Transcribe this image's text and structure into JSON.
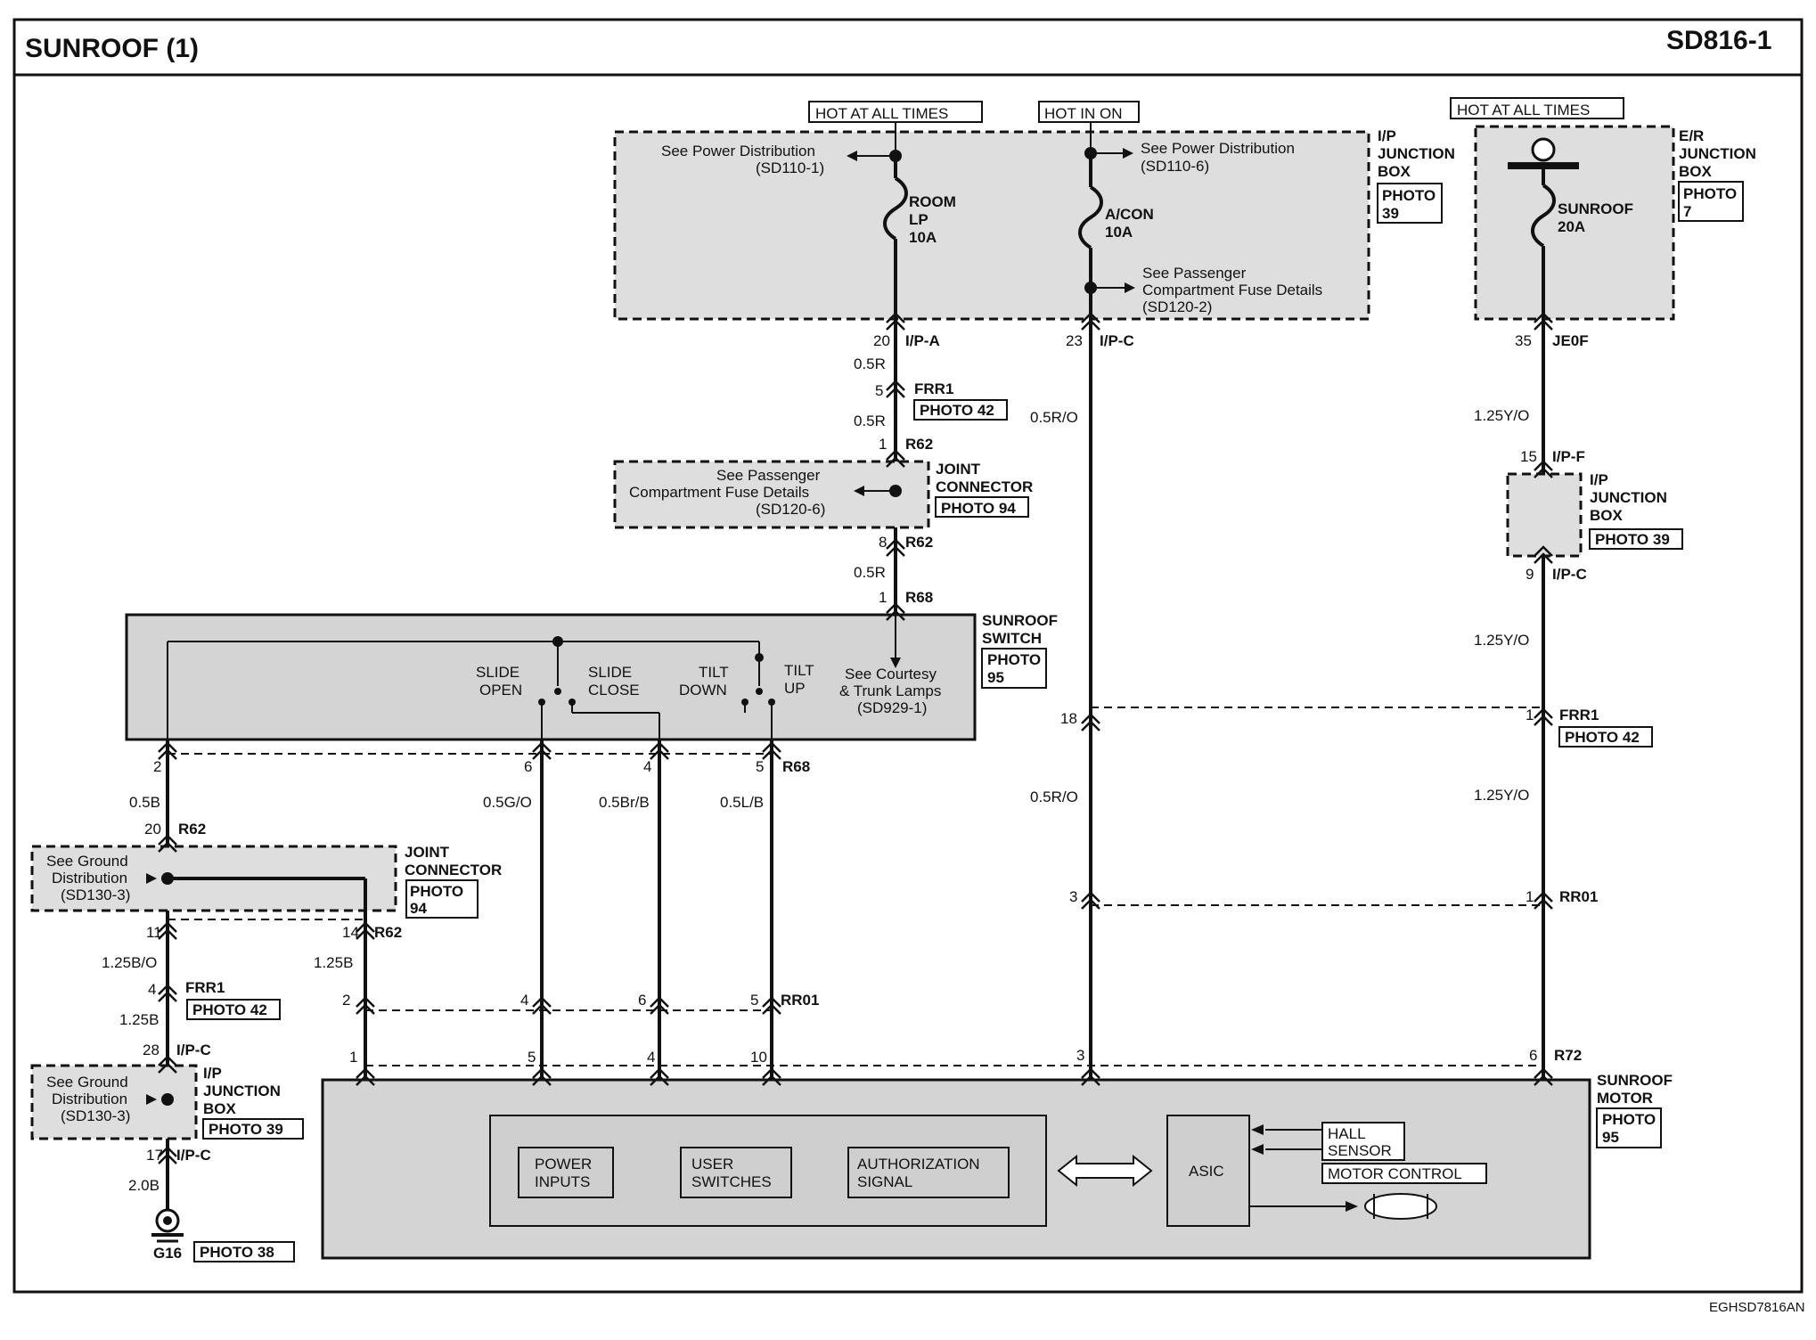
{
  "header": {
    "title": "SUNROOF (1)",
    "code": "SD816-1"
  },
  "footer": {
    "code": "EGHSD7816AN"
  },
  "supplies": {
    "hot_at_all_times": "HOT AT ALL TIMES",
    "hot_in_on": "HOT IN ON",
    "hot_at_all_times_er": "HOT AT ALL TIMES"
  },
  "ip_junction_box_top": {
    "label_1": "I/P",
    "label_2": "JUNCTION",
    "label_3": "BOX",
    "photo_1": "PHOTO",
    "photo_2": "39",
    "ref_room_1": "See Power Distribution",
    "ref_room_2": "(SD110-1)",
    "fuse_room_1": "ROOM",
    "fuse_room_2": "LP",
    "fuse_room_3": "10A",
    "ref_acon_1": "See Power Distribution",
    "ref_acon_2": "(SD110-6)",
    "fuse_acon_1": "A/CON",
    "fuse_acon_2": "10A",
    "ref_pass_1": "See Passenger",
    "ref_pass_2": "Compartment Fuse Details",
    "ref_pass_3": "(SD120-2)"
  },
  "er_junction_box": {
    "label_1": "E/R",
    "label_2": "JUNCTION",
    "label_3": "BOX",
    "photo_1": "PHOTO",
    "photo_2": "7",
    "fuse_1": "SUNROOF",
    "fuse_2": "20A"
  },
  "joint_connector_top": {
    "label_1": "JOINT",
    "label_2": "CONNECTOR",
    "photo": "PHOTO 94",
    "ref_1": "See Passenger",
    "ref_2": "Compartment Fuse Details",
    "ref_3": "(SD120-6)"
  },
  "ip_junction_box_right": {
    "label_1": "I/P",
    "label_2": "JUNCTION",
    "label_3": "BOX",
    "photo": "PHOTO 39"
  },
  "sunroof_switch": {
    "label_1": "SUNROOF",
    "label_2": "SWITCH",
    "photo_1": "PHOTO",
    "photo_2": "95",
    "slide_open_1": "SLIDE",
    "slide_open_2": "OPEN",
    "slide_close_1": "SLIDE",
    "slide_close_2": "CLOSE",
    "tilt_down_1": "TILT",
    "tilt_down_2": "DOWN",
    "tilt_up_1": "TILT",
    "tilt_up_2": "UP",
    "ref_1": "See Courtesy",
    "ref_2": "& Trunk Lamps",
    "ref_3": "(SD929-1)"
  },
  "joint_connector_left": {
    "label_1": "JOINT",
    "label_2": "CONNECTOR",
    "photo_1": "PHOTO",
    "photo_2": "94",
    "ref_1": "See Ground",
    "ref_2": "Distribution",
    "ref_3": "(SD130-3)"
  },
  "ip_junction_box_left": {
    "label_1": "I/P",
    "label_2": "JUNCTION",
    "label_3": "BOX",
    "photo": "PHOTO 39",
    "ref_1": "See Ground",
    "ref_2": "Distribution",
    "ref_3": "(SD130-3)"
  },
  "ground": {
    "name": "G16",
    "photo": "PHOTO 38"
  },
  "sunroof_motor": {
    "label_1": "SUNROOF",
    "label_2": "MOTOR",
    "photo_1": "PHOTO",
    "photo_2": "95",
    "power_inputs_1": "POWER",
    "power_inputs_2": "INPUTS",
    "user_switches_1": "USER",
    "user_switches_2": "SWITCHES",
    "auth_1": "AUTHORIZATION",
    "auth_2": "SIGNAL",
    "asic": "ASIC",
    "hall_1": "HALL",
    "hall_2": "SENSOR",
    "motor_control": "MOTOR CONTROL"
  },
  "pins": {
    "p20_ipa": "20",
    "c_ipa": "I/P-A",
    "w_05r_a": "0.5R",
    "p5_frr1": "5",
    "c_frr1": "FRR1",
    "photo42_a": "PHOTO 42",
    "w_05r_b": "0.5R",
    "p1_r62": "1",
    "c_r62_a": "R62",
    "p8_r62": "8",
    "c_r62_b": "R62",
    "w_05r_c": "0.5R",
    "p1_r68": "1",
    "c_r68_a": "R68",
    "p23_ipc": "23",
    "c_ipc_a": "I/P-C",
    "w_05ro_a": "0.5R/O",
    "p18": "18",
    "w_05ro_b": "0.5R/O",
    "p3_rr": "3",
    "p3_motor": "3",
    "p35": "35",
    "c_je0f": "JE0F",
    "w_125yo_a": "1.25Y/O",
    "p15": "15",
    "c_ipf": "I/P-F",
    "p9": "9",
    "c_ipc_b": "I/P-C",
    "w_125yo_b": "1.25Y/O",
    "p1_frr1": "1",
    "c_frr1_b": "FRR1",
    "photo42_b": "PHOTO 42",
    "w_125yo_c": "1.25Y/O",
    "p1_rr01": "1",
    "c_rr01_a": "RR01",
    "p6_r72": "6",
    "c_r72": "R72",
    "p2_sw": "2",
    "p6_sw": "6",
    "p4_sw": "4",
    "p5_sw": "5",
    "c_r68_b": "R68",
    "w_05b": "0.5B",
    "w_05go": "0.5G/O",
    "w_05brb": "0.5Br/B",
    "w_05lb": "0.5L/B",
    "p20_r62": "20",
    "c_r62_c": "R62",
    "p11": "11",
    "p14": "14",
    "c_r62_d": "R62",
    "w_125bo": "1.25B/O",
    "w_125b_a": "1.25B",
    "p4_frr1": "4",
    "c_frr1_c": "FRR1",
    "photo42_c": "PHOTO 42",
    "w_125b_b": "1.25B",
    "p28": "28",
    "c_ipc_c": "I/P-C",
    "p17": "17",
    "c_ipc_d": "I/P-C",
    "w_20b": "2.0B",
    "p2_rr": "2",
    "p4_rr": "4",
    "p6_rr": "6",
    "p5_rr": "5",
    "c_rr01_b": "RR01",
    "p1_m": "1",
    "p5_m": "5",
    "p4_m": "4",
    "p10_m": "10"
  }
}
